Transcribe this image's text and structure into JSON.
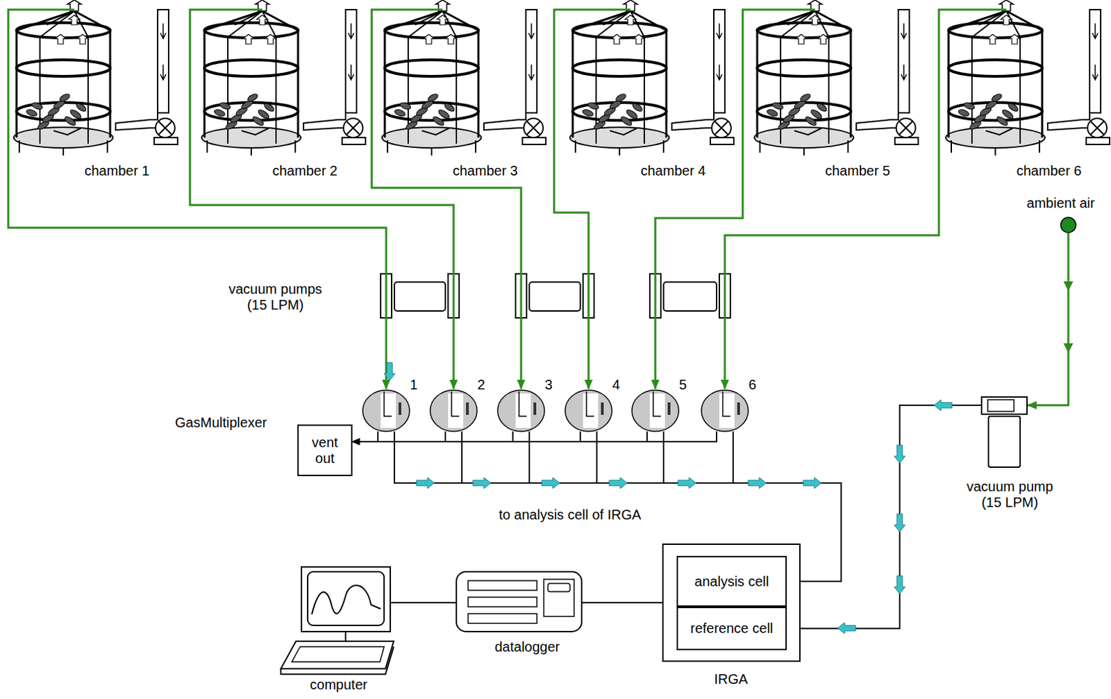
{
  "diagram": {
    "nodes": [
      {
        "text": [
          "chamber 1"
        ]
      },
      {
        "text": [
          "chamber 2"
        ]
      },
      {
        "text": [
          "chamber 3"
        ]
      },
      {
        "text": [
          "chamber 4"
        ]
      },
      {
        "text": [
          "chamber 5"
        ]
      },
      {
        "text": [
          "chamber 6"
        ]
      },
      {
        "text": [
          "1"
        ]
      },
      {
        "text": [
          "2"
        ]
      },
      {
        "text": [
          "3"
        ]
      },
      {
        "text": [
          "4"
        ]
      },
      {
        "text": [
          "5"
        ]
      },
      {
        "text": [
          "6"
        ]
      },
      {
        "text": [
          "vent out"
        ]
      },
      {
        "text": [
          "IRGA"
        ]
      },
      {
        "text": [
          "analysis cell"
        ],
        "in": 13
      },
      {
        "text": [
          "reference cell"
        ],
        "in": 13
      },
      {
        "text": [
          "datalogger"
        ]
      },
      {
        "text": [
          "computer"
        ]
      },
      {
        "text": [
          "ambient air"
        ]
      },
      {
        "text": [
          "vacuum pump (15 LPM)"
        ]
      }
    ],
    "edges": [
      {
        "from": 0,
        "to": 6,
        "arrow": "to"
      },
      {
        "from": 1,
        "to": 7,
        "arrow": "to"
      },
      {
        "from": 2,
        "to": 8,
        "arrow": "to"
      },
      {
        "from": 3,
        "to": 9,
        "arrow": "to"
      },
      {
        "from": 4,
        "to": 10,
        "arrow": "to"
      },
      {
        "from": 5,
        "to": 11,
        "arrow": "to"
      },
      {
        "from": 6,
        "to": 12,
        "arrow": "to"
      },
      {
        "from": 7,
        "to": 12,
        "arrow": "to"
      },
      {
        "from": 8,
        "to": 12,
        "arrow": "to"
      },
      {
        "from": 9,
        "to": 12,
        "arrow": "to"
      },
      {
        "from": 10,
        "to": 12,
        "arrow": "to"
      },
      {
        "from": 11,
        "to": 12,
        "arrow": "to"
      },
      {
        "from": 6,
        "to": 14,
        "arrow": "to"
      },
      {
        "from": 7,
        "to": 14,
        "arrow": "to"
      },
      {
        "from": 8,
        "to": 14,
        "arrow": "to"
      },
      {
        "from": 9,
        "to": 14,
        "arrow": "to"
      },
      {
        "from": 10,
        "to": 14,
        "arrow": "to"
      },
      {
        "from": 11,
        "to": 14,
        "arrow": "to"
      },
      {
        "from": 18,
        "to": 19,
        "arrow": "to"
      },
      {
        "from": 19,
        "to": 15,
        "arrow": "to"
      },
      {
        "from": 17,
        "to": 16,
        "arrow": "none"
      },
      {
        "from": 16,
        "to": 13,
        "arrow": "none"
      }
    ],
    "labels": [
      "vacuum pumps (15 LPM)",
      "GasMultiplexer",
      "to analysis cell of IRGA"
    ]
  }
}
